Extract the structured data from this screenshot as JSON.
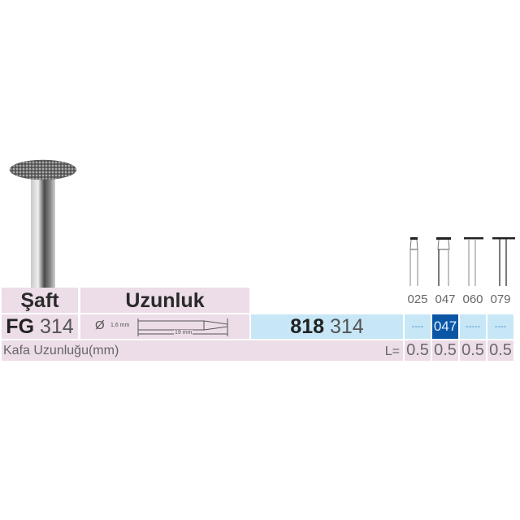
{
  "product_image": {
    "icon": "diamond-wheel-bur-icon"
  },
  "table": {
    "header": {
      "shaft": "Şaft",
      "length": "Uzunluk"
    },
    "shaft": {
      "type": "FG",
      "number": "314"
    },
    "dimensions": {
      "diameter_symbol": "Ø",
      "diameter": "1,6 mm",
      "length": "19 mm"
    },
    "product_code": {
      "bold": "818",
      "light": "314"
    },
    "sizes": [
      {
        "label": "025",
        "value": "----",
        "selected": false,
        "length": "0.5"
      },
      {
        "label": "047",
        "value": "047",
        "selected": true,
        "length": "0.5"
      },
      {
        "label": "060",
        "value": "-----",
        "selected": false,
        "length": "0.5"
      },
      {
        "label": "079",
        "value": "----",
        "selected": false,
        "length": "0.5"
      }
    ],
    "head_length_label": "Kafa Uzunluğu(mm)",
    "l_equals": "L="
  },
  "colors": {
    "pink": "#ecdde8",
    "blue": "#c7e7f7",
    "selected": "#0a56a5"
  }
}
